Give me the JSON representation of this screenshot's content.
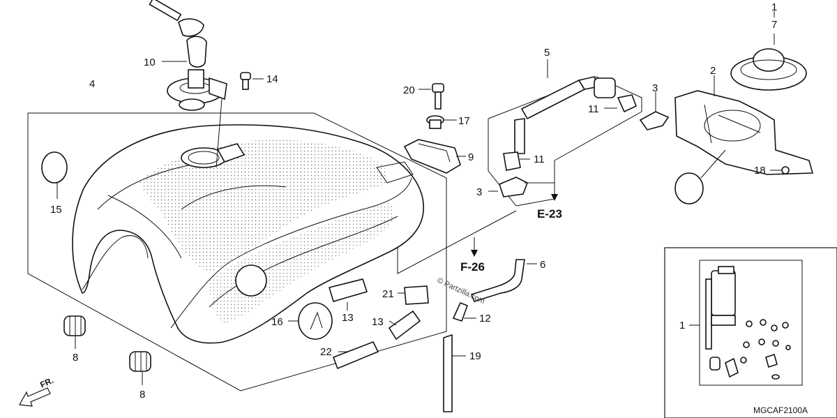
{
  "diagram": {
    "callouts": [
      {
        "id": "c1a",
        "label": "1"
      },
      {
        "id": "c7",
        "label": "7"
      },
      {
        "id": "c2",
        "label": "2"
      },
      {
        "id": "c3a",
        "label": "3"
      },
      {
        "id": "c3b",
        "label": "3"
      },
      {
        "id": "c4",
        "label": "4"
      },
      {
        "id": "c5",
        "label": "5"
      },
      {
        "id": "c6",
        "label": "6"
      },
      {
        "id": "c8a",
        "label": "8"
      },
      {
        "id": "c8b",
        "label": "8"
      },
      {
        "id": "c9",
        "label": "9"
      },
      {
        "id": "c10",
        "label": "10"
      },
      {
        "id": "c11a",
        "label": "11"
      },
      {
        "id": "c11b",
        "label": "11"
      },
      {
        "id": "c12",
        "label": "12"
      },
      {
        "id": "c13a",
        "label": "13"
      },
      {
        "id": "c13b",
        "label": "13"
      },
      {
        "id": "c14",
        "label": "14"
      },
      {
        "id": "c15",
        "label": "15"
      },
      {
        "id": "c16",
        "label": "16"
      },
      {
        "id": "c17",
        "label": "17"
      },
      {
        "id": "c18",
        "label": "18"
      },
      {
        "id": "c19",
        "label": "19"
      },
      {
        "id": "c20",
        "label": "20"
      },
      {
        "id": "c21",
        "label": "21"
      },
      {
        "id": "c22",
        "label": "22"
      },
      {
        "id": "c1b",
        "label": "1"
      }
    ],
    "references": [
      {
        "id": "e23",
        "label": "E-23"
      },
      {
        "id": "f26",
        "label": "F-26"
      }
    ],
    "direction_label": "FR.",
    "watermark": "© Partzilla.com",
    "diagram_code": "MGCAF2100A"
  }
}
